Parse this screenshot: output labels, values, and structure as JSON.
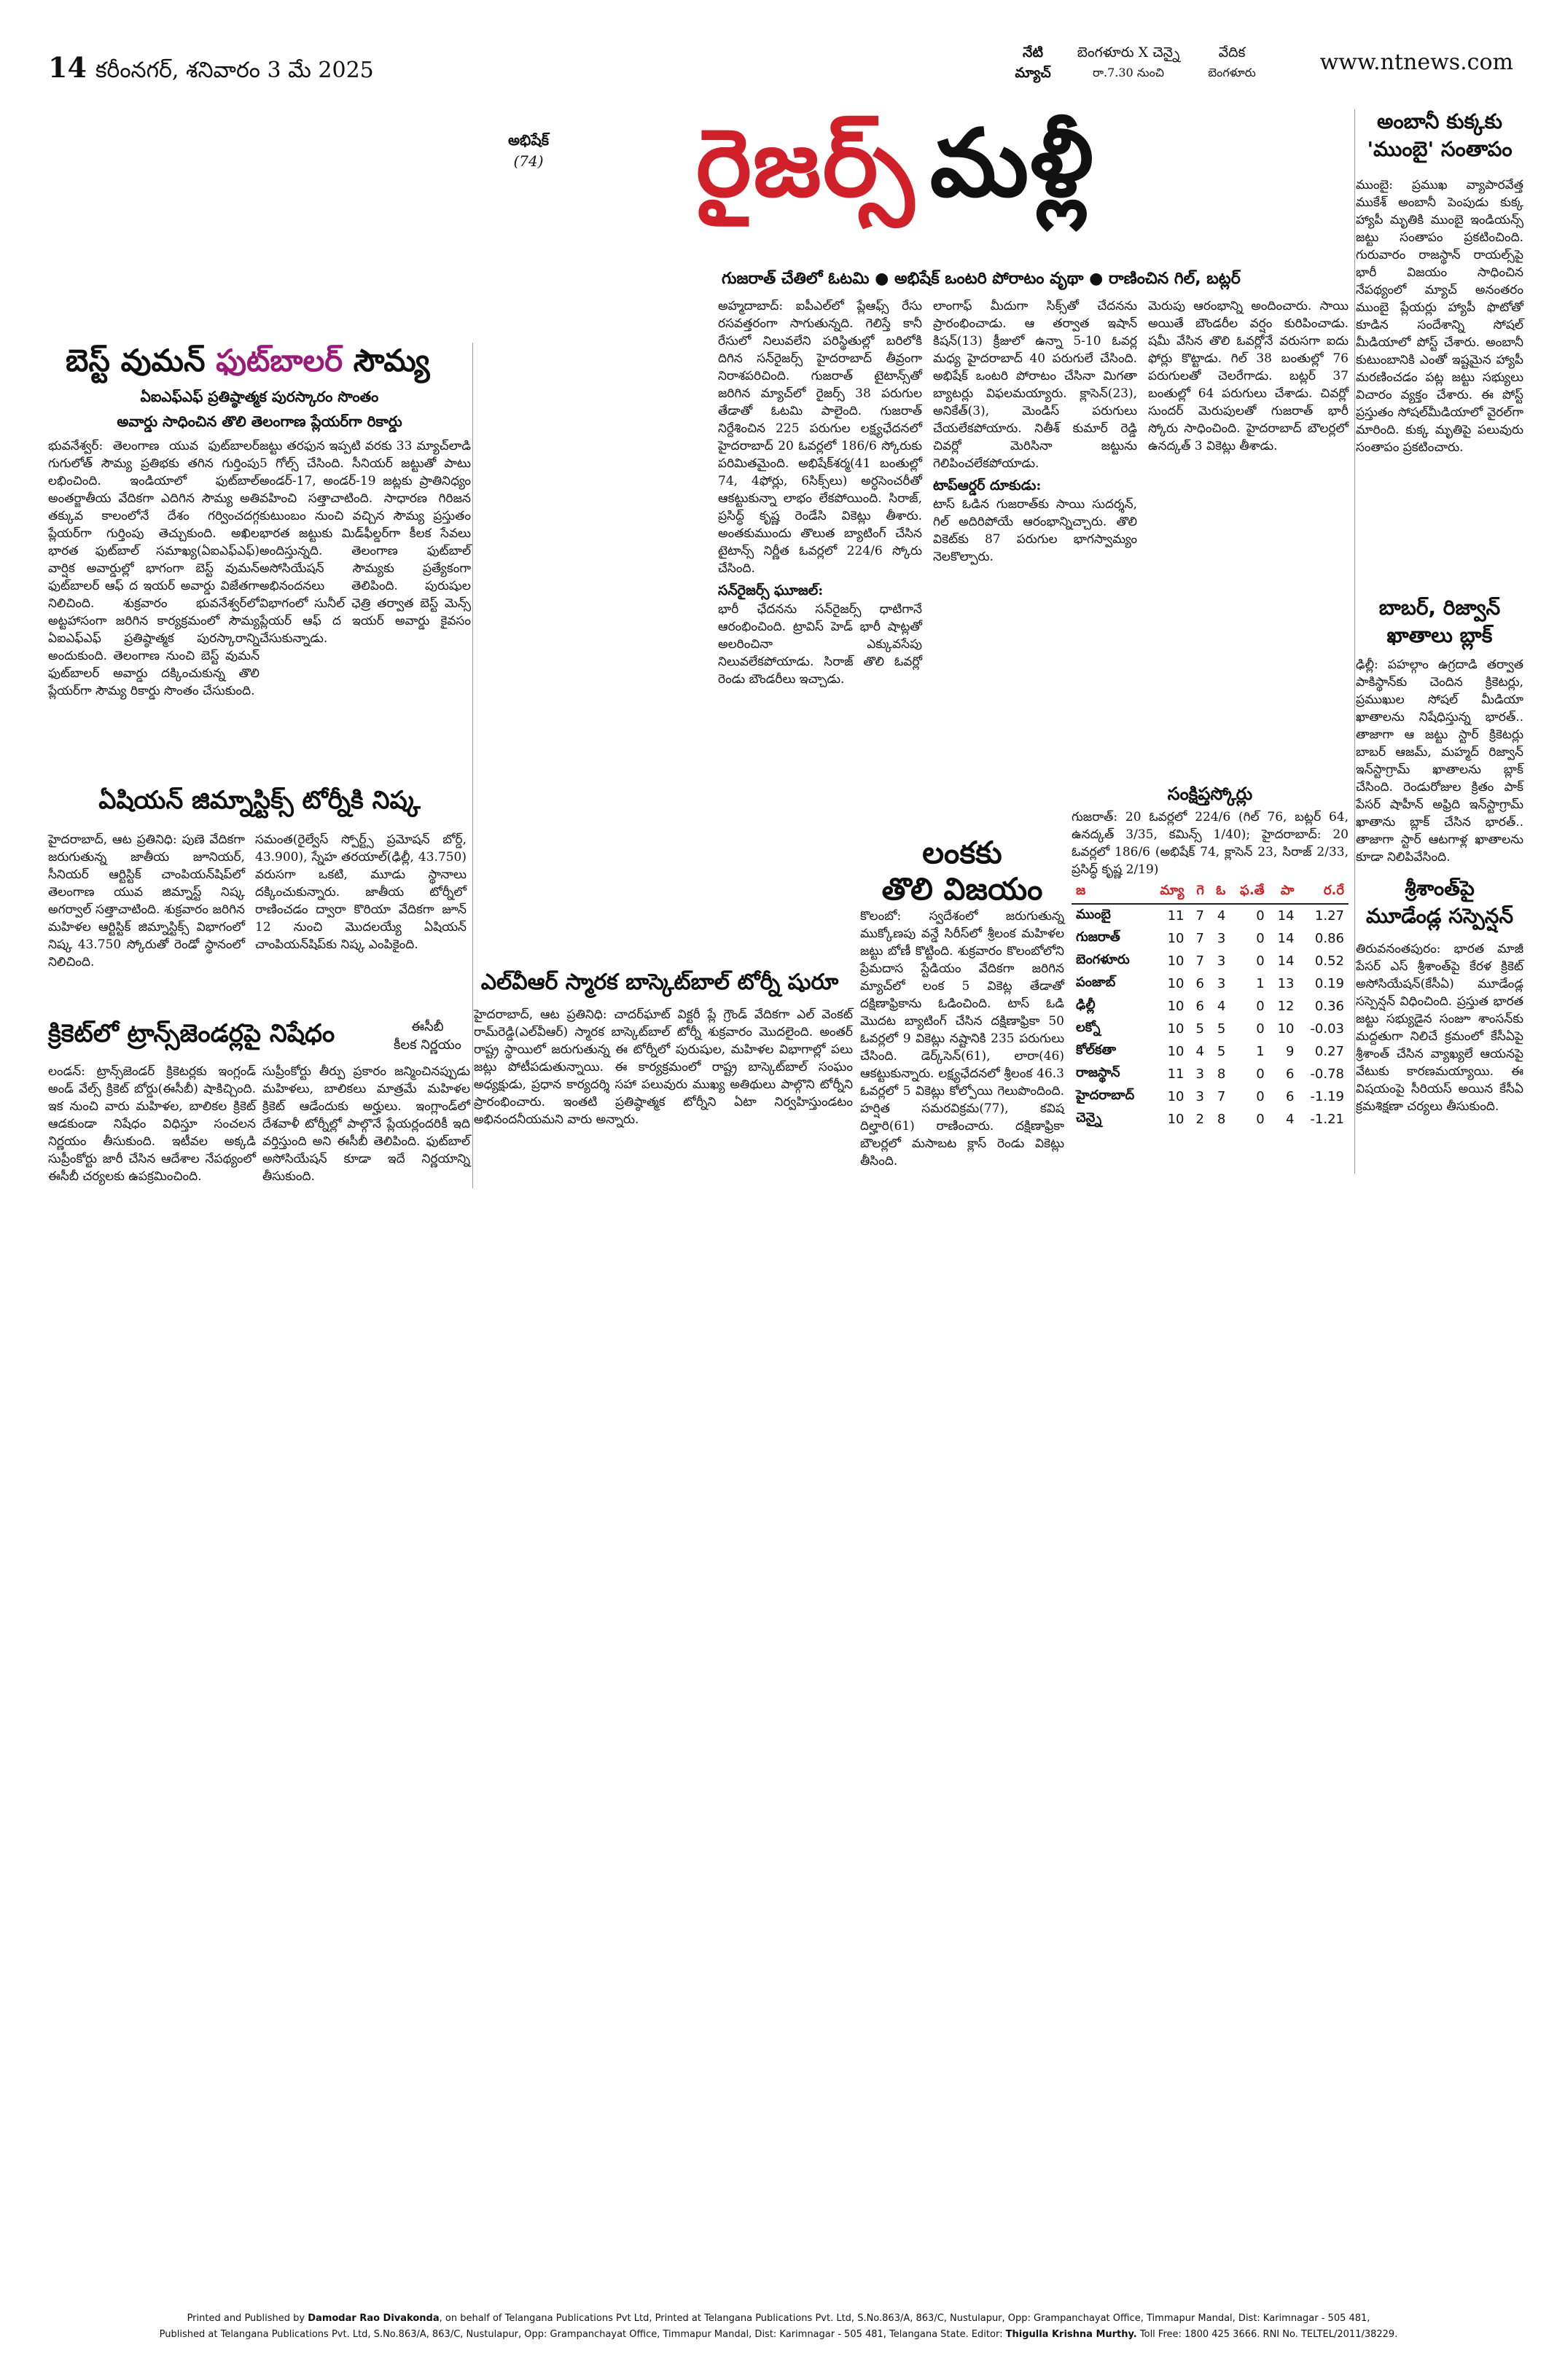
{
  "header": {
    "page_no": "14",
    "dateline": "కరీంనగర్, శనివారం 3 మే 2025",
    "website": "www.ntnews.com",
    "fixture_label_1": "నేటి",
    "fixture_label_2": "మ్యాచ్",
    "fixture_teams": "బెంగళూరు X చెన్నై",
    "fixture_time": "రా.7.30 నుంచి",
    "fixture_venue_label": "వేదిక",
    "fixture_venue": "బెంగళూరు"
  },
  "lead": {
    "photo_credit": "అభిషేక్",
    "photo_score": "(74)",
    "headline_red": "రైజర్స్",
    "headline_black": "మళ్లీ",
    "subhead": "గుజరాత్ చేతిలో ఓటమి ● అభిషేక్ ఒంటరి పోరాటం వృథా ● రాణించిన గిల్, బట్లర్",
    "col1": "అహ్మదాబాద్: ఐపీఎల్‌లో ప్లేఆఫ్స్ రేసు రసవత్తరంగా సాగుతున్నది. గెలిస్తే కానీ రేసులో నిలువలేని పరిస్థితుల్లో బరిలోకి దిగిన సన్‌రైజర్స్ హైదరాబాద్ తీవ్రంగా నిరాశపరిచింది. గుజరాత్ టైటాన్స్‌తో జరిగిన మ్యాచ్‌లో రైజర్స్ 38 పరుగుల తేడాతో ఓటమి పాలైంది. గుజరాత్ నిర్దేశించిన 225 పరుగుల లక్ష్యఛేదనలో హైదరాబాద్ 20 ఓవర్లలో 186/6 స్కోరుకు పరిమితమైంది. అభిషేక్‌శర్మ(41 బంతుల్లో 74, 4ఫోర్లు, 6సిక్స్‌లు) అర్ధసెంచరీతో ఆకట్టుకున్నా లాభం లేకపోయింది. సిరాజ్, ప్రసిద్ధ్ కృష్ణ రెండేసి వికెట్లు తీశారు. అంతకుముందు తొలుత బ్యాటింగ్ చేసిన టైటాన్స్ నిర్ణీత ఓవర్లలో 224/6 స్కోరు చేసింది.",
    "col1_subhead": "సన్‌రైజర్స్ ఘూజల్:",
    "col1b": "భారీ ఛేదనను సన్‌రైజర్స్ ధాటిగానే ఆరంభించింది. ట్రావిస్ హెడ్ భారీ షాట్లతో అలరించినా ఎక్కువసేపు నిలువలేకపోయాడు. సిరాజ్ తొలి ఓవర్లో రెండు బౌండరీలు ఇచ్చాడు.",
    "col2": "లాంగాఫ్ మీదుగా సిక్స్‌తో చేదనను ప్రారంభించాడు. ఆ తర్వాత ఇషాన్ కిషన్(13) క్రీజులో ఉన్నా 5-10 ఓవర్ల మధ్య హైదరాబాద్ 40 పరుగులే చేసింది. అభిషేక్ ఒంటరి పోరాటం చేసినా మిగతా బ్యాటర్లు విఫలమయ్యారు. క్లాసెన్(23), అనికేత్(3), మెండిస్ పరుగులు చేయలేకపోయారు. నితీశ్ కుమార్ రెడ్డి చివర్లో మెరిసినా జట్టును గెలిపించలేకపోయాడు.",
    "col2_subhead": "టాప్‌ఆర్డర్ దూకుడు:",
    "col2b": "టాస్ ఓడిన గుజరాత్‌కు సాయి సుదర్శన్, గిల్ అదిరిపోయే ఆరంభాన్నిచ్చారు. తొలి వికెట్‌కు 87 పరుగుల భాగస్వామ్యం నెలకొల్పారు.",
    "col3": "మెరుపు ఆరంభాన్ని అందించారు. సాయి అయితే బౌండరీల వర్షం కురిపించాడు. షమీ వేసిన తొలి ఓవర్లోనే వరుసగా ఐదు ఫోర్లు కొట్టాడు. గిల్ 38 బంతుల్లో 76 పరుగులతో చెలరేగాడు. బట్లర్ 37 బంతుల్లో 64 పరుగులు చేశాడు. చివర్లో సుందర్ మెరుపులతో గుజరాత్ భారీ స్కోరు సాధించింది. హైదరాబాద్ బౌలర్లలో ఉనద్కత్ 3 వికెట్లు తీశాడు.",
    "box_title": "సంక్షిప్తస్కోర్లు",
    "box_text": "గుజరాత్: 20 ఓవర్లలో 224/6 (గిల్ 76, బట్లర్ 64, ఉనద్కత్ 3/35, కమిన్స్ 1/40); హైదరాబాద్: 20 ఓవర్లలో 186/6 (అభిషేక్ 74, క్లాసెన్ 23, సిరాజ్ 2/33, ప్రసిద్ధ్ కృష్ణ 2/19)"
  },
  "soumya": {
    "headline_black": "బెస్ట్ వుమన్",
    "headline_mag": "ఫుట్‌బాలర్",
    "headline_end": "సౌమ్య",
    "kicker": "ఏఐఎఫ్‌ఎఫ్ ప్రతిష్ఠాత్మక పురస్కారం సొంతం",
    "subhead": "అవార్డు సాధించిన తొలి తెలంగాణ ప్లేయర్‌గా రికార్డు",
    "col1": "భువనేశ్వర్: తెలంగాణ యువ ఫుట్‌బాలర్ గుగులోత్ సౌమ్య ప్రతిభకు తగిన గుర్తింపు లభించింది. ఇండియాలో ఫుట్‌బాల్ అంతర్జాతీయ వేదికగా ఎదిగిన సౌమ్య అతి తక్కువ కాలంలోనే దేశం గర్వించదగ్గ ప్లేయర్‌గా గుర్తింపు తెచ్చుకుంది. అఖిల భారత ఫుట్‌బాల్ సమాఖ్య(ఏఐఎఫ్‌ఎఫ్) వార్షిక అవార్డుల్లో భాగంగా బెస్ట్ వుమన్ ఫుట్‌బాలర్ ఆఫ్ ద ఇయర్ అవార్డు విజేతగా నిలిచింది. శుక్రవారం భువనేశ్వర్‌లో అట్టహాసంగా జరిగిన కార్యక్రమంలో సౌమ్య ఏఐఎఫ్‌ఎఫ్ ప్రతిష్ఠాత్మక పురస్కారాన్ని అందుకుంది. తెలంగాణ నుంచి బెస్ట్ వుమన్ ఫుట్‌బాలర్ అవార్డు దక్కించుకున్న తొలి ప్లేయర్‌గా సౌమ్య రికార్డు సొంతం చేసుకుంది.",
    "col2": "జట్టు తరఫున ఇప్పటి వరకు 33 మ్యాచ్‌లాడి 5 గోల్స్ చేసింది. సీనియర్ జట్టుతో పాటు అండర్-17, అండర్-19 జట్లకు ప్రాతినిధ్యం వహించి సత్తాచాటింది. సాధారణ గిరిజన కుటుంబం నుంచి వచ్చిన సౌమ్య ప్రస్తుతం భారత జట్టుకు మిడ్‌ఫీల్డర్‌గా కీలక సేవలు అందిస్తున్నది. తెలంగాణ ఫుట్‌బాల్ అసోసియేషన్ సౌమ్యకు ప్రత్యేకంగా అభినందనలు తెలిపింది. పురుషుల విభాగంలో సునీల్ ఛెత్రి తర్వాత బెస్ట్ మెన్స్ ప్లేయర్ ఆఫ్ ద ఇయర్ అవార్డు కైవసం చేసుకున్నాడు."
  },
  "nishka": {
    "headline": "ఏషియన్ జిమ్నాస్టిక్స్ టోర్నీకి నిష్క",
    "col1": "హైదరాబాద్, ఆట ప్రతినిధి: పుణె వేదికగా జరుగుతున్న జాతీయ జూనియర్, సీనియర్ ఆర్టిస్టిక్ చాంపియన్‌షిప్‌లో తెలంగాణ యువ జిమ్నాస్ట్ నిష్క అగర్వాల్ సత్తాచాటింది. శుక్రవారం జరిగిన మహిళల ఆర్టిస్టిక్ జిమ్నాస్టిక్స్ విభాగంలో నిష్క 43.750 స్కోరుతో రెండో స్థానంలో నిలిచింది.",
    "col2": "సమంత(రైల్వేస్ స్పోర్ట్స్ ప్రమోషన్ బోర్డ్, 43.900), స్నేహ తరయాల్(ఢిల్లీ, 43.750) వరుసగా ఒకటి, మూడు స్థానాలు దక్కించుకున్నారు. జాతీయ టోర్నీలో రాణించడం ద్వారా కొరియా వేదికగా జూన్ 12 నుంచి మొదలయ్యే ఏషియన్ చాంపియన్‌షిప్‌కు నిష్క ఎంపికైంది."
  },
  "trans": {
    "headline": "క్రికెట్‌లో ట్రాన్స్‌జెండర్లపై నిషేధం",
    "tag_1": "ఈసీబీ",
    "tag_2": "కీలక నిర్ణయం",
    "col1": "లండన్: ట్రాన్స్‌జెండర్ క్రికెటర్లకు ఇంగ్లండ్ అండ్ వేల్స్ క్రికెట్ బోర్డు(ఈసీబీ) షాకిచ్చింది. ఇక నుంచి వారు మహిళల, బాలికల క్రికెట్ ఆడకుండా నిషేధం విధిస్తూ సంచలన నిర్ణయం తీసుకుంది. ఇటీవల అక్కడి సుప్రీంకోర్టు జారీ చేసిన ఆదేశాల నేపథ్యంలో ఈసీబీ చర్యలకు ఉపక్రమించింది.",
    "col2": "సుప్రీంకోర్టు తీర్పు ప్రకారం జన్మించినప్పుడు మహిళలు, బాలికలు మాత్రమే మహిళల క్రికెట్ ఆడేందుకు అర్హులు. ఇంగ్లాండ్‌లో దేశవాళీ టోర్నీల్లో పాల్గొనే ప్లేయర్లందరికీ ఇది వర్తిస్తుంది అని ఈసీబీ తెలిపింది. ఫుట్‌బాల్ అసోసియేషన్ కూడా ఇదే నిర్ణయాన్ని తీసుకుంది."
  },
  "lanka": {
    "headline_1": "లంకకు",
    "headline_2": "తొలి విజయం",
    "text": "కొలంబో: స్వదేశంలో జరుగుతున్న ముక్కోణపు వన్డే సిరీస్‌లో శ్రీలంక మహిళల జట్టు బోణీ కొట్టింది. శుక్రవారం కొలంబోలోని ప్రేమదాస స్టేడియం వేదికగా జరిగిన మ్యాచ్‌లో లంక 5 వికెట్ల తేడాతో దక్షిణాఫ్రికాను ఓడించింది. టాస్ ఓడి మొదట బ్యాటింగ్ చేసిన దక్షిణాఫ్రికా 50 ఓవర్లలో 9 వికెట్లు నష్టానికి 235 పరుగులు చేసింది. డెర్క్‌సెన్(61), లారా(46) ఆకట్టుకున్నారు. లక్ష్యఛేదనలో శ్రీలంక 46.3 ఓవర్లలో 5 వికెట్లు కోల్పోయి గెలుపొందింది. హర్షిత సమరవిక్రమ(77), కవిష దిల్హారి(61) రాణించారు. దక్షిణాఫ్రికా బౌలర్లలో మసాబట క్లాస్ రెండు వికెట్లు తీసింది."
  },
  "lvr": {
    "headline": "ఎల్‌వీఆర్ స్మారక బాస్కెట్‌బాల్ టోర్నీ షురూ",
    "text": "హైదరాబాద్, ఆట ప్రతినిధి: చాదర్‌ఘాట్ విక్టరీ ప్లే గ్రౌండ్ వేదికగా ఎల్ వెంకట్ రామ్‌రెడ్డి(ఎల్‌వీఆర్) స్మారక బాస్కెట్‌బాల్ టోర్నీ శుక్రవారం మొదలైంది. అంతర్ రాష్ట్ర స్థాయిలో జరుగుతున్న ఈ టోర్నీలో పురుషుల, మహిళల విభాగాల్లో పలు జట్లు పోటీపడుతున్నాయి. ఈ కార్యక్రమంలో రాష్ట్ర బాస్కెట్‌బాల్ సంఘం అధ్యక్షుడు, ప్రధాన కార్యదర్శి సహా పలువురు ముఖ్య అతిథులు పాల్గొని టోర్నీని ప్రారంభించారు. ఇంతటి ప్రతిష్ఠాత్మక టోర్నీని ఏటా నిర్వహిస్తుండటం అభినందనీయమని వారు అన్నారు."
  },
  "ambani": {
    "headline_1": "అంబానీ కుక్కకు",
    "headline_2": "'ముంబై' సంతాపం",
    "text": "ముంబై: ప్రముఖ వ్యాపారవేత్త ముకేశ్ అంబానీ పెంపుడు కుక్క హ్యాపీ మృతికి ముంబై ఇండియన్స్ జట్టు సంతాపం ప్రకటించింది. గురువారం రాజస్థాన్ రాయల్స్‌పై భారీ విజయం సాధించిన నేపథ్యంలో మ్యాచ్ అనంతరం ముంబై ప్లేయర్లు హ్యాపీ ఫొటోతో కూడిన సందేశాన్ని సోషల్ మీడియాలో పోస్ట్ చేశారు. అంబానీ కుటుంబానికి ఎంతో ఇష్టమైన హ్యాపీ మరణించడం పట్ల జట్టు సభ్యులు విచారం వ్యక్తం చేశారు. ఈ పోస్ట్ ప్రస్తుతం సోషల్‌మీడియాలో వైరల్‌గా మారింది. కుక్క మృతిపై పలువురు సంతాపం ప్రకటించారు."
  },
  "babar": {
    "headline_1": "బాబర్, రిజ్వాన్",
    "headline_2": "ఖాతాలు బ్లాక్",
    "text": "ఢిల్లీ: పహల్గాం ఉగ్రదాడి తర్వాత పాకిస్థాన్‌కు చెందిన క్రికెటర్లు, ప్రముఖుల సోషల్ మీడియా ఖాతాలను నిషేధిస్తున్న భారత్.. తాజాగా ఆ జట్టు స్టార్ క్రికెటర్లు బాబర్ ఆజమ్, మహ్మద్ రిజ్వాన్ ఇన్‌స్టాగ్రామ్ ఖాతాలను బ్లాక్ చేసింది. రెండురోజుల క్రితం పాక్ పేసర్ షాహీన్ అఫ్రిది ఇన్‌స్టాగ్రామ్ ఖాతాను బ్లాక్ చేసిన భారత్.. తాజాగా స్టార్ ఆటగాళ్ల ఖాతాలను కూడా నిలిపివేసింది."
  },
  "sreesanth": {
    "headline_1": "శ్రీశాంత్‌పై",
    "headline_2": "మూడేండ్ల సస్పెన్షన్",
    "text": "తిరువనంతపురం: భారత మాజీ పేసర్ ఎస్ శ్రీశాంత్‌పై కేరళ క్రికెట్ అసోసియేషన్(కేసీఏ) మూడేండ్ల సస్పెన్షన్ విధించింది. ప్రస్తుత భారత జట్టు సభ్యుడైన సంజూ శాంసన్‌కు మద్దతుగా నిలిచే క్రమంలో కేసీఏపై శ్రీశాంత్ చేసిన వ్యాఖ్యలే ఆయనపై వేటుకు కారణమయ్యాయి. ఈ విషయంపై సీరియస్ అయిన కేసీఏ క్రమశిక్షణా చర్యలు తీసుకుంది."
  },
  "table": {
    "headers": [
      "జ",
      "మ్యా",
      "గె",
      "ఓ",
      "ఫ.తే",
      "పా",
      "ర.రే"
    ],
    "rows": [
      [
        "ముంబై",
        "11",
        "7",
        "4",
        "0",
        "14",
        "1.27"
      ],
      [
        "గుజరాత్",
        "10",
        "7",
        "3",
        "0",
        "14",
        "0.86"
      ],
      [
        "బెంగళూరు",
        "10",
        "7",
        "3",
        "0",
        "14",
        "0.52"
      ],
      [
        "పంజాబ్",
        "10",
        "6",
        "3",
        "1",
        "13",
        "0.19"
      ],
      [
        "ఢిల్లీ",
        "10",
        "6",
        "4",
        "0",
        "12",
        "0.36"
      ],
      [
        "లక్నో",
        "10",
        "5",
        "5",
        "0",
        "10",
        "-0.03"
      ],
      [
        "కోల్‌కతా",
        "10",
        "4",
        "5",
        "1",
        "9",
        "0.27"
      ],
      [
        "రాజస్థాన్",
        "11",
        "3",
        "8",
        "0",
        "6",
        "-0.78"
      ],
      [
        "హైదరాబాద్",
        "10",
        "3",
        "7",
        "0",
        "6",
        "-1.19"
      ],
      [
        "చెన్నై",
        "10",
        "2",
        "8",
        "0",
        "4",
        "-1.21"
      ]
    ]
  },
  "footer": {
    "line1_a": "Printed and Published by ",
    "publisher": "Damodar Rao Divakonda",
    "line1_b": ", on behalf of Telangana Publications Pvt Ltd, Printed at Telangana Publications Pvt. Ltd, S.No.863/A, 863/C, Nustulapur, Opp: Grampanchayat Office, Timmapur Mandal, Dist: Karimnagar - 505 481,",
    "line2_a": "Published at Telangana Publications Pvt. Ltd, S.No.863/A, 863/C, Nustulapur, Opp: Grampanchayat Office, Timmapur Mandal, Dist: Karimnagar - 505 481, Telangana State.   Editor: ",
    "editor": "Thigulla Krishna Murthy.",
    "line2_b": " Toll Free: 1800 425 3666. RNI No. TELTEL/2011/38229."
  }
}
